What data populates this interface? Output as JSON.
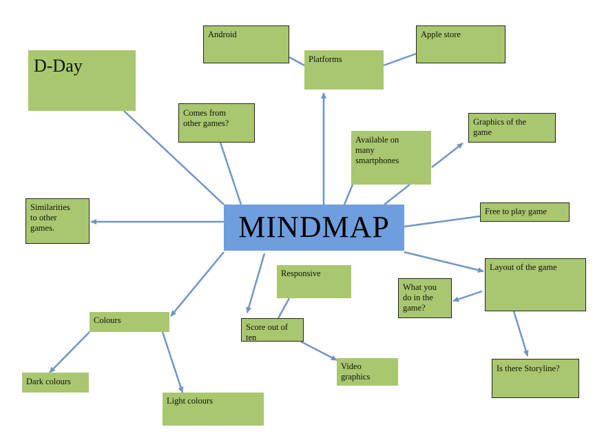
{
  "diagram": {
    "central": "MINDMAP",
    "nodes": {
      "dday": "D-Day",
      "android": "Android",
      "platforms": "Platforms",
      "apple_store": "Apple store",
      "comes_from": "Comes from\nother games?",
      "available": "Available on\nmany\nsmartphones",
      "graphics": "Graphics of the\ngame",
      "similarities": "Similarities\nto other\ngames.",
      "free_to_play": "Free to play game",
      "responsive": "Responsive",
      "layout": "Layout of the game",
      "what_you_do": "What you\ndo in the\ngame?",
      "colours": "Colours",
      "score": "Score out of\nten",
      "dark_colours": "Dark colours",
      "video_graphics": "Video\ngraphics",
      "storyline": "Is there Storyline?",
      "light_colours": "Light colours"
    },
    "colors": {
      "node_fill": "#a9c76e",
      "central_fill": "#6f9ede",
      "line": "#6f94c8"
    }
  }
}
